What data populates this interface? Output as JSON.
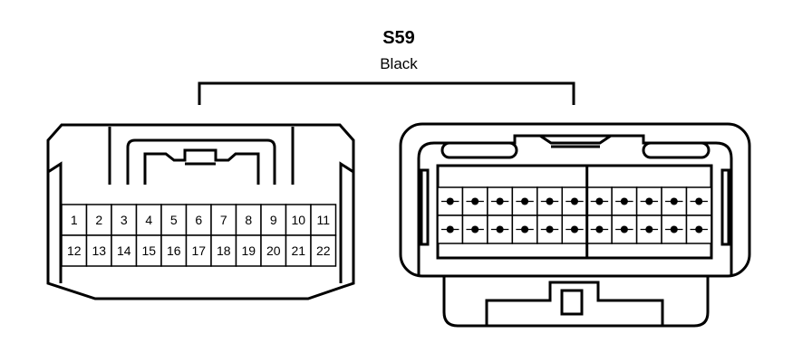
{
  "connector": {
    "code": "S59",
    "color": "Black"
  },
  "terminals": {
    "row1": [
      "1",
      "2",
      "3",
      "4",
      "5",
      "6",
      "7",
      "8",
      "9",
      "10",
      "11"
    ],
    "row2": [
      "12",
      "13",
      "14",
      "15",
      "16",
      "17",
      "18",
      "19",
      "20",
      "21",
      "22"
    ]
  }
}
